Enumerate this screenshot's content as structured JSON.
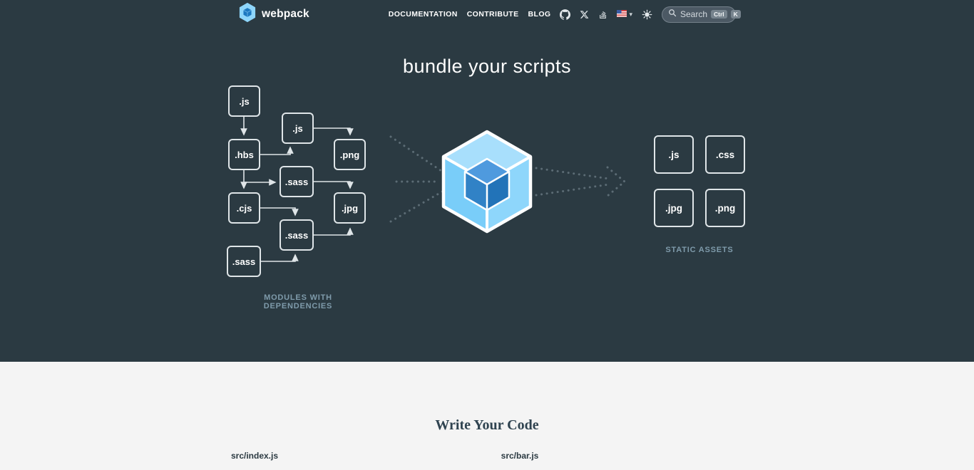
{
  "header": {
    "brand": "webpack",
    "nav": [
      {
        "label": "DOCUMENTATION"
      },
      {
        "label": "CONTRIBUTE"
      },
      {
        "label": "BLOG"
      }
    ],
    "search": {
      "placeholder": "Search",
      "keys": [
        "Ctrl",
        "K"
      ]
    }
  },
  "hero": {
    "title": "bundle your scripts",
    "left_label": "MODULES WITH DEPENDENCIES",
    "right_label": "STATIC ASSETS",
    "left_modules": [
      ".js",
      ".js",
      ".hbs",
      ".png",
      ".sass",
      ".cjs",
      ".jpg",
      ".sass",
      ".sass"
    ],
    "right_assets": [
      ".js",
      ".css",
      ".jpg",
      ".png"
    ]
  },
  "section": {
    "heading": "Write Your Code",
    "file_labels": [
      "src/index.js",
      "src/bar.js"
    ]
  },
  "colors": {
    "dark_bg": "#2b3a42",
    "light_bg": "#f4f4f4",
    "cube_light": "#8ed6fb",
    "cube_dark": "#1c78c0",
    "label_blue": "#7f9bab"
  }
}
